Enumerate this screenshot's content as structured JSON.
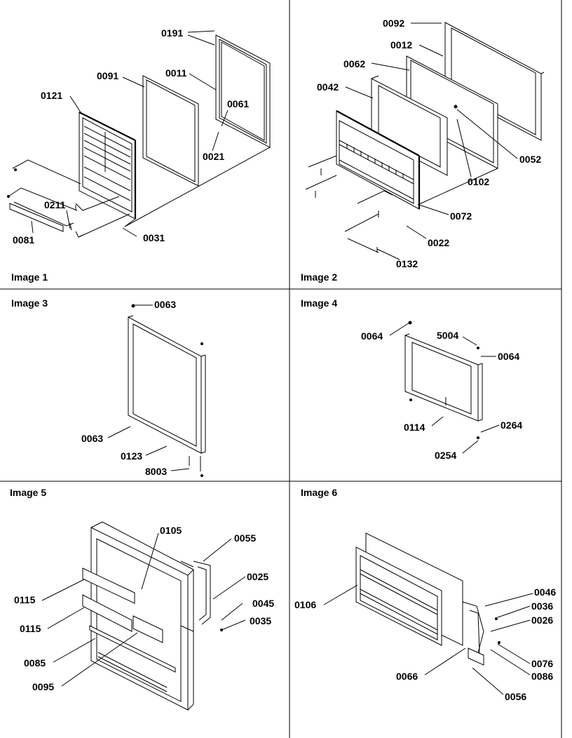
{
  "panels": [
    {
      "caption": "Image 1",
      "labels": [
        "0191",
        "0091",
        "0011",
        "0121",
        "0061",
        "0021",
        "0211",
        "0081",
        "0031"
      ]
    },
    {
      "caption": "Image 2",
      "labels": [
        "0092",
        "0012",
        "0062",
        "0042",
        "0052",
        "0102",
        "0072",
        "0022",
        "0132"
      ]
    },
    {
      "caption": "Image 3",
      "labels": [
        "0063",
        "0063",
        "0123",
        "8003"
      ]
    },
    {
      "caption": "Image 4",
      "labels": [
        "0064",
        "5004",
        "0064",
        "0114",
        "0264",
        "0254"
      ]
    },
    {
      "caption": "Image 5",
      "labels": [
        "0105",
        "0055",
        "0025",
        "0115",
        "0115",
        "0045",
        "0035",
        "0085",
        "0095"
      ]
    },
    {
      "caption": "Image 6",
      "labels": [
        "0046",
        "0036",
        "0026",
        "0106",
        "0076",
        "0086",
        "0066",
        "0056"
      ]
    }
  ],
  "colors": {
    "ink": "#000000",
    "paper": "#ffffff"
  }
}
